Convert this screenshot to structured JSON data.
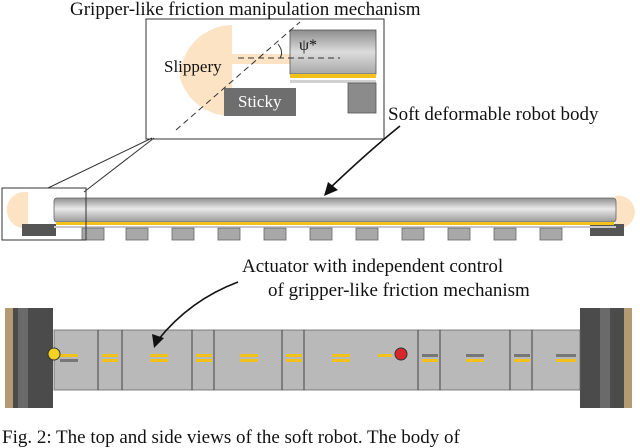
{
  "labels": {
    "title": "Gripper-like friction manipulation mechanism",
    "slippery": "Slippery",
    "sticky": "Sticky",
    "psi": "ψ*",
    "soft_body": "Soft deformable robot body",
    "actuator_line1": "Actuator with independent control",
    "actuator_line2": "of gripper-like friction mechanism",
    "caption": "Fig. 2: The top and side views of the soft robot. The body of"
  },
  "colors": {
    "slippery_fill": "#fbe3c3",
    "sticky_fill": "#6e6e6e",
    "body_gray": "#b9b9b9",
    "dark_gray": "#4b4b4b",
    "gold_strip": "#f2c21a",
    "tan_plate": "#b49a72",
    "yellow_marker": "#f5d21f",
    "red_marker": "#d9262a"
  }
}
